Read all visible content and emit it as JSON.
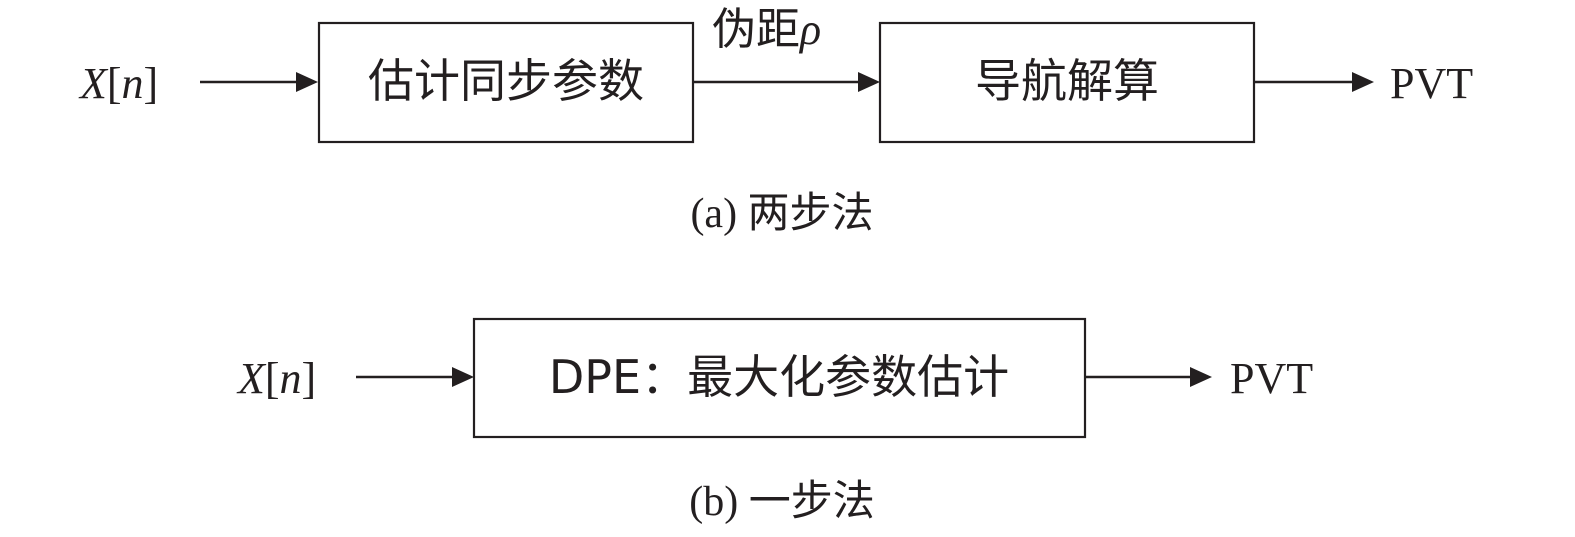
{
  "two_step": {
    "input": {
      "var": "X",
      "index": "n"
    },
    "block1": "估计同步参数",
    "edge_label": {
      "text": "伪距",
      "symbol": "ρ"
    },
    "block2": "导航解算",
    "output": "PVT",
    "caption": "(a) 两步法"
  },
  "one_step": {
    "input": {
      "var": "X",
      "index": "n"
    },
    "block": "DPE：最大化参数估计",
    "output": "PVT",
    "caption": "(b) 一步法"
  },
  "colors": {
    "ink": "#231f20",
    "background": "#ffffff"
  }
}
